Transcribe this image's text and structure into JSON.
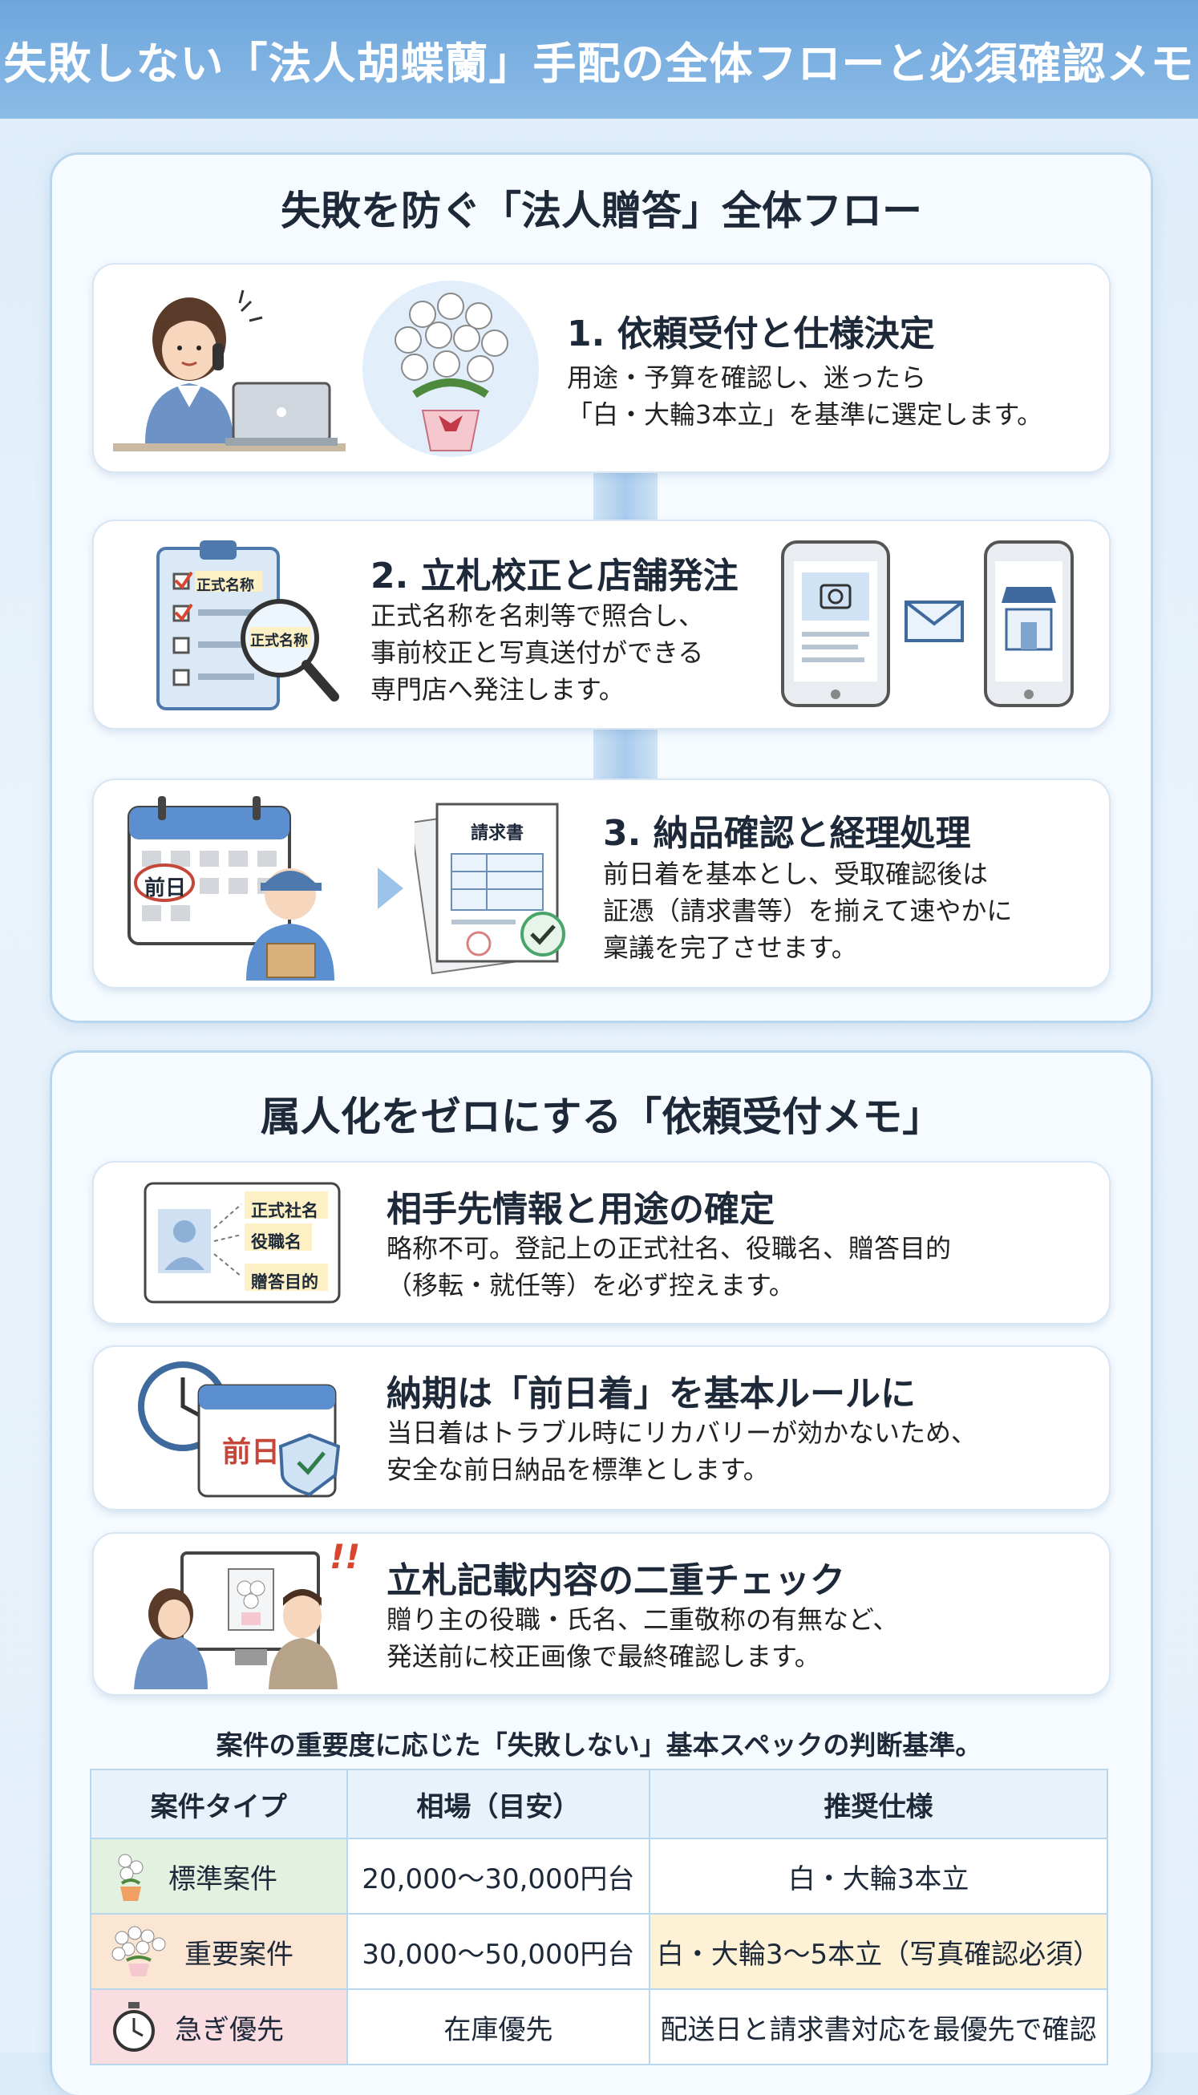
{
  "header": {
    "title": "失敗しない「法人胡蝶蘭」手配の全体フローと必須確認メモ"
  },
  "flow": {
    "title": "失敗を防ぐ「法人贈答」全体フロー",
    "steps": [
      {
        "title": "1. 依頼受付と仕様決定",
        "line1": "用途・予算を確認し、迷ったら",
        "line2": "「白・大輪3本立」を基準に選定します。",
        "line3": ""
      },
      {
        "title": "2. 立札校正と店舗発注",
        "line1": "正式名称を名刺等で照合し、",
        "line2": "事前校正と写真送付ができる",
        "line3": "専門店へ発注します。",
        "tag1": "正式名称",
        "tag2": "正式名称"
      },
      {
        "title": "3. 納品確認と経理処理",
        "line1": "前日着を基本とし、受取確認後は",
        "line2": "証憑（請求書等）を揃えて速やかに",
        "line3": "稟議を完了させます。",
        "calendar_label": "前日",
        "invoice_label": "請求書"
      }
    ]
  },
  "memo": {
    "title": "属人化をゼロにする「依頼受付メモ」",
    "items": [
      {
        "title": "相手先情報と用途の確定",
        "line1": "略称不可。登記上の正式社名、役職名、贈答目的",
        "line2": "（移転・就任等）を必ず控えます。",
        "tags": [
          "正式社名",
          "役職名",
          "贈答目的"
        ]
      },
      {
        "title": "納期は「前日着」を基本ルールに",
        "line1": "当日着はトラブル時にリカバリーが効かないため、",
        "line2": "安全な前日納品を標準とします。",
        "calendar_label": "前日"
      },
      {
        "title": "立札記載内容の二重チェック",
        "line1": "贈り主の役職・氏名、二重敬称の有無など、",
        "line2": "発送前に校正画像で最終確認します。",
        "alert": "!!"
      }
    ]
  },
  "spec": {
    "caption": "案件の重要度に応じた「失敗しない」基本スペックの判断基準。",
    "headers": [
      "案件タイプ",
      "相場（目安）",
      "推奨仕様"
    ],
    "rows": [
      {
        "type": "標準案件",
        "price": "20,000〜30,000円台",
        "spec": "白・大輪3本立",
        "icon": "orchid-icon"
      },
      {
        "type": "重要案件",
        "price": "30,000〜50,000円台",
        "spec": "白・大輪3〜5本立（写真確認必須）",
        "icon": "orchid-large-icon"
      },
      {
        "type": "急ぎ優先",
        "price": "在庫優先",
        "spec": "配送日と請求書対応を最優先で確認",
        "icon": "stopwatch-icon"
      }
    ]
  },
  "colors": {
    "accent": "#6ea6dc",
    "border": "#b9d6ef",
    "check": "#4aa56a",
    "alert": "#d9452f"
  }
}
